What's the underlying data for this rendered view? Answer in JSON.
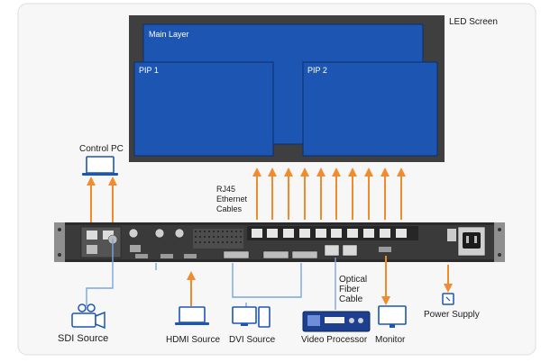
{
  "led_screen": {
    "label": "LED Screen",
    "main_layer": "Main Layer",
    "pip1": "PIP 1",
    "pip2": "PIP 2"
  },
  "control_pc": "Control PC",
  "cables": {
    "rj45_line1": "RJ45",
    "rj45_line2": "Ethernet",
    "rj45_line3": "Cables",
    "optical_line1": "Optical",
    "optical_line2": "Fiber",
    "optical_line3": "Cable"
  },
  "sources": {
    "sdi": "SDI Source",
    "hdmi": "HDMI Source",
    "dvi": "DVI Source",
    "video_processor": "Video Processor",
    "monitor": "Monitor",
    "power_supply": "Power Supply"
  },
  "colors": {
    "arrow": "#f08c2d",
    "screen_blue": "#1d55b3",
    "frame_dark": "#4a4a4a",
    "signal_line": "#7aa6e0"
  }
}
